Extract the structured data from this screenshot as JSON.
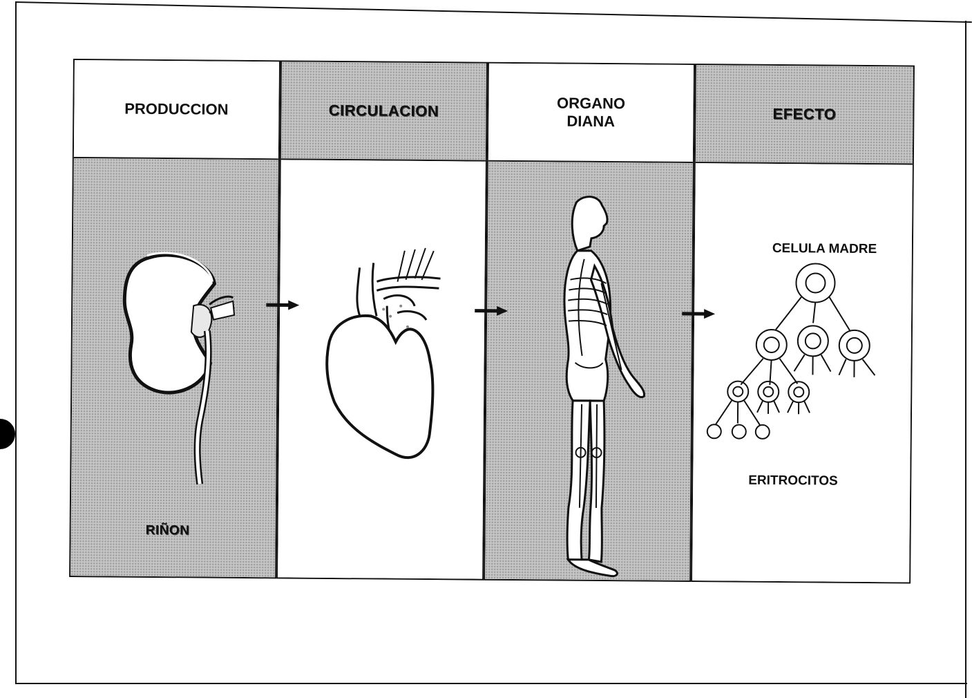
{
  "columns": [
    {
      "header": "PRODUCCION",
      "organ_label": "RIÑON"
    },
    {
      "header": "CIRCULACION"
    },
    {
      "header_line1": "ORGANO",
      "header_line2": "DIANA"
    },
    {
      "header": "EFECTO",
      "top_label": "CELULA MADRE",
      "bottom_label": "ERITROCITOS"
    }
  ],
  "icons": [
    "kidney-icon",
    "heart-icon",
    "human-body-icon",
    "cell-tree-icon",
    "arrow-right-icon"
  ]
}
